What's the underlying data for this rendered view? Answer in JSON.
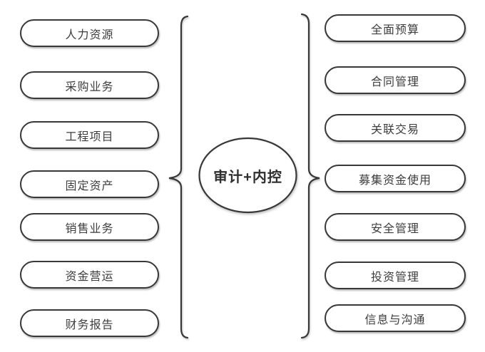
{
  "diagram": {
    "center_label": "审计+内控",
    "left_items": [
      "人力资源",
      "采购业务",
      "工程项目",
      "固定资产",
      "销售业务",
      "资金营运",
      "财务报告"
    ],
    "right_items": [
      "全面预算",
      "合同管理",
      "关联交易",
      "募集资金使用",
      "安全管理",
      "投资管理",
      "信息与沟通"
    ],
    "colors": {
      "stroke": "#383838",
      "node_text": "#3d3d3d",
      "center_text": "#2f2f2f",
      "background": "#ffffff"
    }
  }
}
